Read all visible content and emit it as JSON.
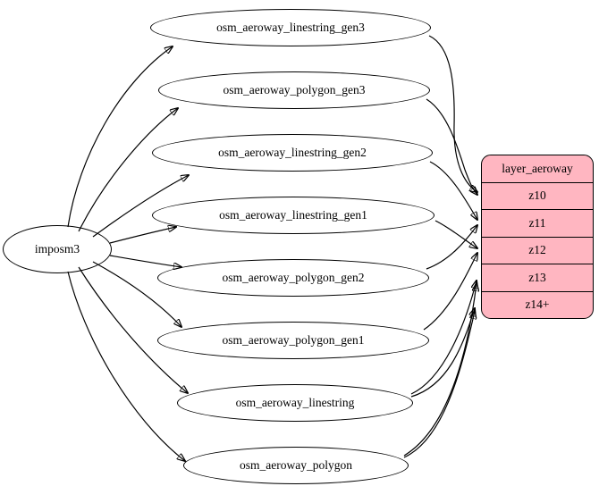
{
  "diagram": {
    "type": "graphviz-etl-graph",
    "background_color": "#ffffff",
    "node_fill_color": "#ffffff",
    "edge_color": "#000000",
    "source": {
      "label": "imposm3"
    },
    "tables": [
      {
        "label": "osm_aeroway_linestring_gen3"
      },
      {
        "label": "osm_aeroway_polygon_gen3"
      },
      {
        "label": "osm_aeroway_linestring_gen2"
      },
      {
        "label": "osm_aeroway_linestring_gen1"
      },
      {
        "label": "osm_aeroway_polygon_gen2"
      },
      {
        "label": "osm_aeroway_polygon_gen1"
      },
      {
        "label": "osm_aeroway_linestring"
      },
      {
        "label": "osm_aeroway_polygon"
      }
    ],
    "layer": {
      "title": "layer_aeroway",
      "fill_color": "#ffb6c1",
      "border_color": "#000000",
      "rows": [
        {
          "label": "z10"
        },
        {
          "label": "z11"
        },
        {
          "label": "z12"
        },
        {
          "label": "z13"
        },
        {
          "label": "z14+"
        }
      ]
    },
    "edges": [
      {
        "from": "imposm3",
        "to": "osm_aeroway_linestring_gen3"
      },
      {
        "from": "imposm3",
        "to": "osm_aeroway_polygon_gen3"
      },
      {
        "from": "imposm3",
        "to": "osm_aeroway_linestring_gen2"
      },
      {
        "from": "imposm3",
        "to": "osm_aeroway_linestring_gen1"
      },
      {
        "from": "imposm3",
        "to": "osm_aeroway_polygon_gen2"
      },
      {
        "from": "imposm3",
        "to": "osm_aeroway_polygon_gen1"
      },
      {
        "from": "imposm3",
        "to": "osm_aeroway_linestring"
      },
      {
        "from": "imposm3",
        "to": "osm_aeroway_polygon"
      },
      {
        "from": "osm_aeroway_linestring_gen3",
        "to": "layer_aeroway:z10"
      },
      {
        "from": "osm_aeroway_polygon_gen3",
        "to": "layer_aeroway:z10"
      },
      {
        "from": "osm_aeroway_linestring_gen2",
        "to": "layer_aeroway:z11"
      },
      {
        "from": "osm_aeroway_polygon_gen2",
        "to": "layer_aeroway:z11"
      },
      {
        "from": "osm_aeroway_linestring_gen1",
        "to": "layer_aeroway:z12"
      },
      {
        "from": "osm_aeroway_polygon_gen1",
        "to": "layer_aeroway:z12"
      },
      {
        "from": "osm_aeroway_linestring",
        "to": "layer_aeroway:z13"
      },
      {
        "from": "osm_aeroway_polygon",
        "to": "layer_aeroway:z13"
      },
      {
        "from": "osm_aeroway_linestring",
        "to": "layer_aeroway:z14+"
      },
      {
        "from": "osm_aeroway_polygon",
        "to": "layer_aeroway:z14+"
      }
    ]
  }
}
